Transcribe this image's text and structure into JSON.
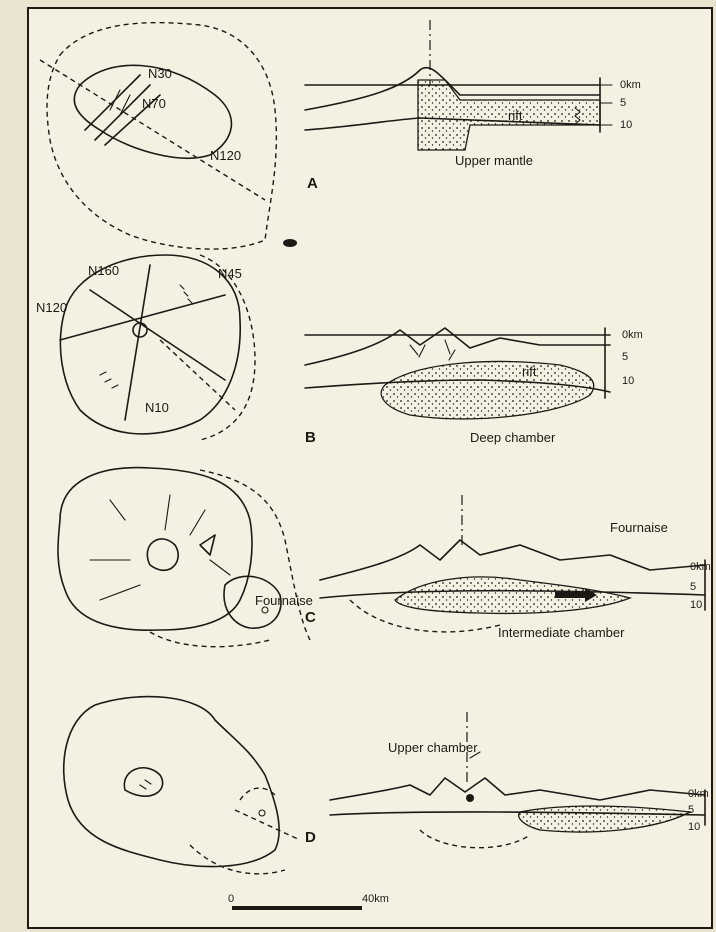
{
  "depth_scale": [
    "0km",
    "5",
    "10"
  ],
  "scale_bar": {
    "start": "0",
    "end": "40km"
  },
  "stages": [
    {
      "letter": "A",
      "trends": [
        "N30",
        "N70",
        "N120"
      ],
      "section_labels": [
        "rift",
        "Upper mantle"
      ]
    },
    {
      "letter": "B",
      "trends": [
        "N160",
        "N45",
        "N120",
        "N10"
      ],
      "section_labels": [
        "rift",
        "Deep chamber"
      ]
    },
    {
      "letter": "C",
      "map_labels": [
        "Fournaise"
      ],
      "section_labels": [
        "Fournaise",
        "Intermediate chamber"
      ]
    },
    {
      "letter": "D",
      "section_labels": [
        "Upper chamber"
      ]
    }
  ]
}
